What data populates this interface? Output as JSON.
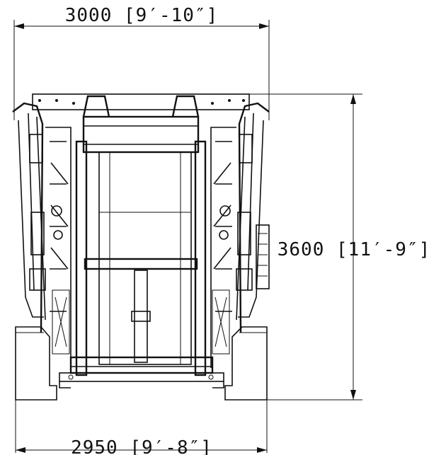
{
  "drawing": {
    "dimensions": {
      "top_width": "3000 [9′-10″]",
      "bottom_width": "2950 [9′-8″]",
      "height": "3600 [11′-9″]"
    },
    "line_color": "#111111",
    "background": "#ffffff"
  }
}
